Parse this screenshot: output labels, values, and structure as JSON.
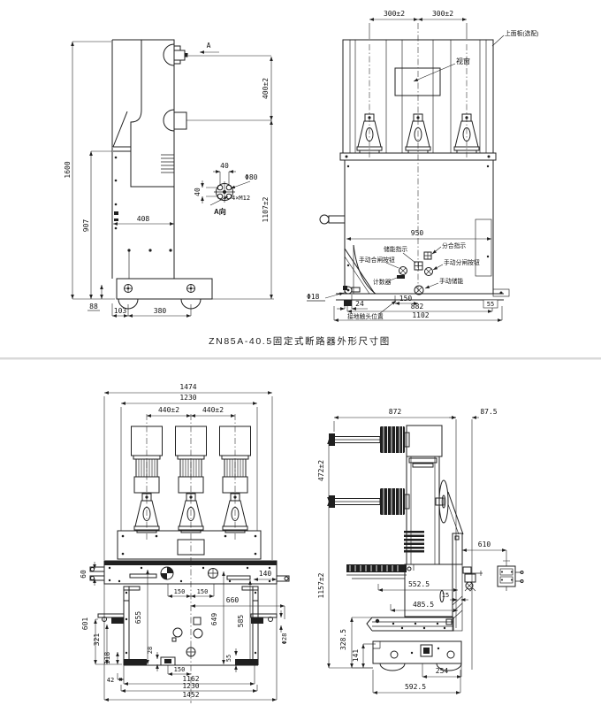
{
  "caption": "ZN85A-40.5固定式断路器外形尺寸图",
  "top_side_view": {
    "dim_1600": "1600",
    "dim_907": "907",
    "dim_408": "408",
    "dim_88": "88",
    "dim_103": "103",
    "dim_380": "380",
    "dim_400": "400±2",
    "dim_1107": "1107±2",
    "view_arrow": "A"
  },
  "detail_a": {
    "dim_40h": "40",
    "dim_40v": "40",
    "dim_d80": "Φ80",
    "dim_bolts": "4×M12",
    "title": "A向"
  },
  "top_front_view": {
    "dim_300l": "300±2",
    "dim_300r": "300±2",
    "dim_950": "950",
    "dim_d18": "Φ18",
    "dim_24": "24",
    "dim_150": "150",
    "dim_882": "882",
    "dim_55": "55",
    "dim_1102": "1102",
    "label_top_panel": "上面板(选配)",
    "label_window": "视窗",
    "label_charge_indicator": "储能指示",
    "label_position_indicator": "分合指示",
    "label_manual_close": "手动合闸按钮",
    "label_manual_open": "手动分闸按钮",
    "label_counter": "计数器",
    "label_manual_charge": "手动储能",
    "label_earth_contact": "接地触头位置"
  },
  "bottom_front_view": {
    "dim_1474": "1474",
    "dim_1230_top": "1230",
    "dim_440l": "440±2",
    "dim_440r": "440±2",
    "dim_60": "60",
    "dim_140": "140",
    "dim_150l": "150",
    "dim_150r": "150",
    "dim_660": "660",
    "dim_601": "601",
    "dim_321": "321",
    "dim_118": "118",
    "dim_655": "655",
    "dim_649": "649",
    "dim_585": "585",
    "dim_28": "28",
    "dim_55": "55",
    "dim_d28": "Φ28",
    "dim_42": "42",
    "dim_150b": "150",
    "dim_1162": "1162",
    "dim_1230_bottom": "1230",
    "dim_1452": "1452"
  },
  "bottom_side_view": {
    "dim_872": "872",
    "dim_87_5": "87.5",
    "dim_472": "472±2",
    "dim_1157": "1157±2",
    "dim_610": "610",
    "dim_552_5": "552.5",
    "dim_15": "15",
    "dim_485_5": "485.5",
    "dim_328_5": "328.5",
    "dim_141": "141",
    "dim_254": "254",
    "dim_592_5": "592.5"
  }
}
